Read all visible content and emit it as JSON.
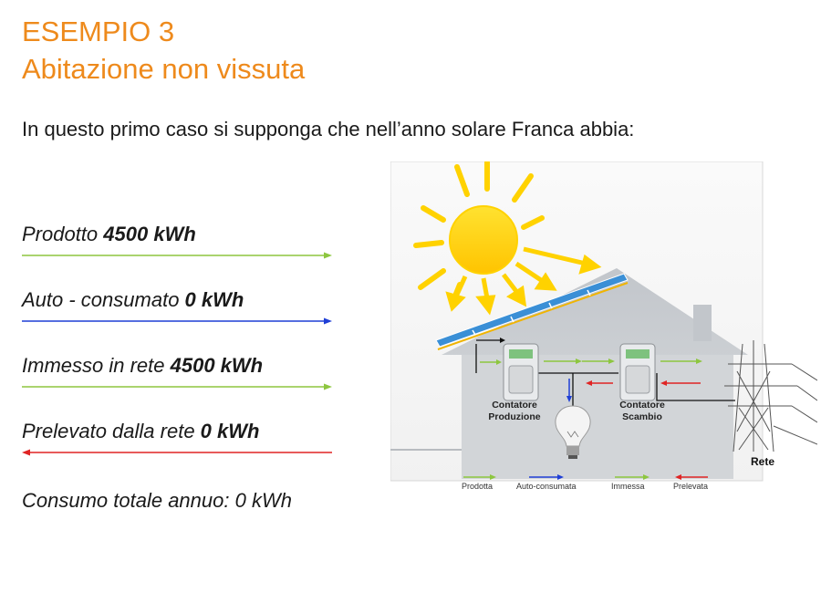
{
  "header": {
    "title_line1": "ESEMPIO 3",
    "title_line2": "Abitazione non vissuta"
  },
  "intro": "In questo primo caso si supponga che nell’anno solare Franca abbia:",
  "stats": [
    {
      "label": "Prodotto ",
      "value": "4500 kWh",
      "arrow_color": "#8dc63f",
      "direction": "right"
    },
    {
      "label": "Auto - consumato ",
      "value": "0 kWh",
      "arrow_color": "#1f3fd6",
      "direction": "right"
    },
    {
      "label": "Immesso in rete ",
      "value": "4500 kWh",
      "arrow_color": "#8dc63f",
      "direction": "right"
    },
    {
      "label": "Prelevato dalla rete ",
      "value": "0 kWh",
      "arrow_color": "#e02424",
      "direction": "left"
    }
  ],
  "total": "Consumo totale annuo: 0 kWh",
  "diagram": {
    "meter_production_line1": "Contatore",
    "meter_production_line2": "Produzione",
    "meter_exchange_line1": "Contatore",
    "meter_exchange_line2": "Scambio",
    "grid_label": "Rete",
    "legend": [
      {
        "label": "Prodotta",
        "color": "#8dc63f",
        "direction": "right"
      },
      {
        "label": "Auto-consumata",
        "color": "#1f3fd6",
        "direction": "right"
      },
      {
        "label": "Immessa",
        "color": "#8dc63f",
        "direction": "right"
      },
      {
        "label": "Prelevata",
        "color": "#e02424",
        "direction": "left"
      }
    ],
    "colors": {
      "sun": "#ffd200",
      "house": "#c9ccd0",
      "panel": "#3a8fd6",
      "green": "#8dc63f",
      "blue": "#1f3fd6",
      "red": "#e02424"
    }
  }
}
